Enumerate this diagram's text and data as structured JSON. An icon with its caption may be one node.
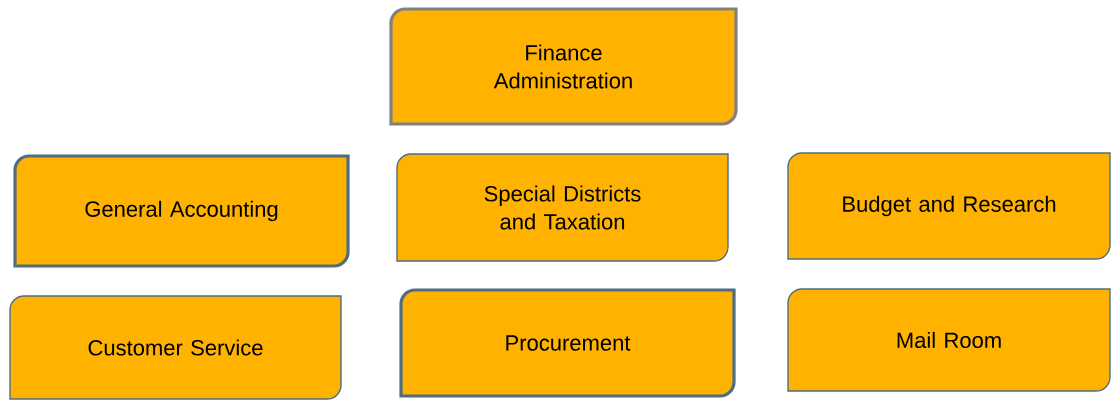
{
  "diagram": {
    "nodes": [
      {
        "text": [
          "Finance Administration"
        ]
      },
      {
        "text": [
          "General Accounting"
        ]
      },
      {
        "text": [
          "Special Districts and Taxation"
        ]
      },
      {
        "text": [
          "Budget and Research"
        ]
      },
      {
        "text": [
          "Customer Service"
        ]
      },
      {
        "text": [
          "Procurement"
        ]
      },
      {
        "text": [
          "Mail Room"
        ]
      }
    ]
  }
}
